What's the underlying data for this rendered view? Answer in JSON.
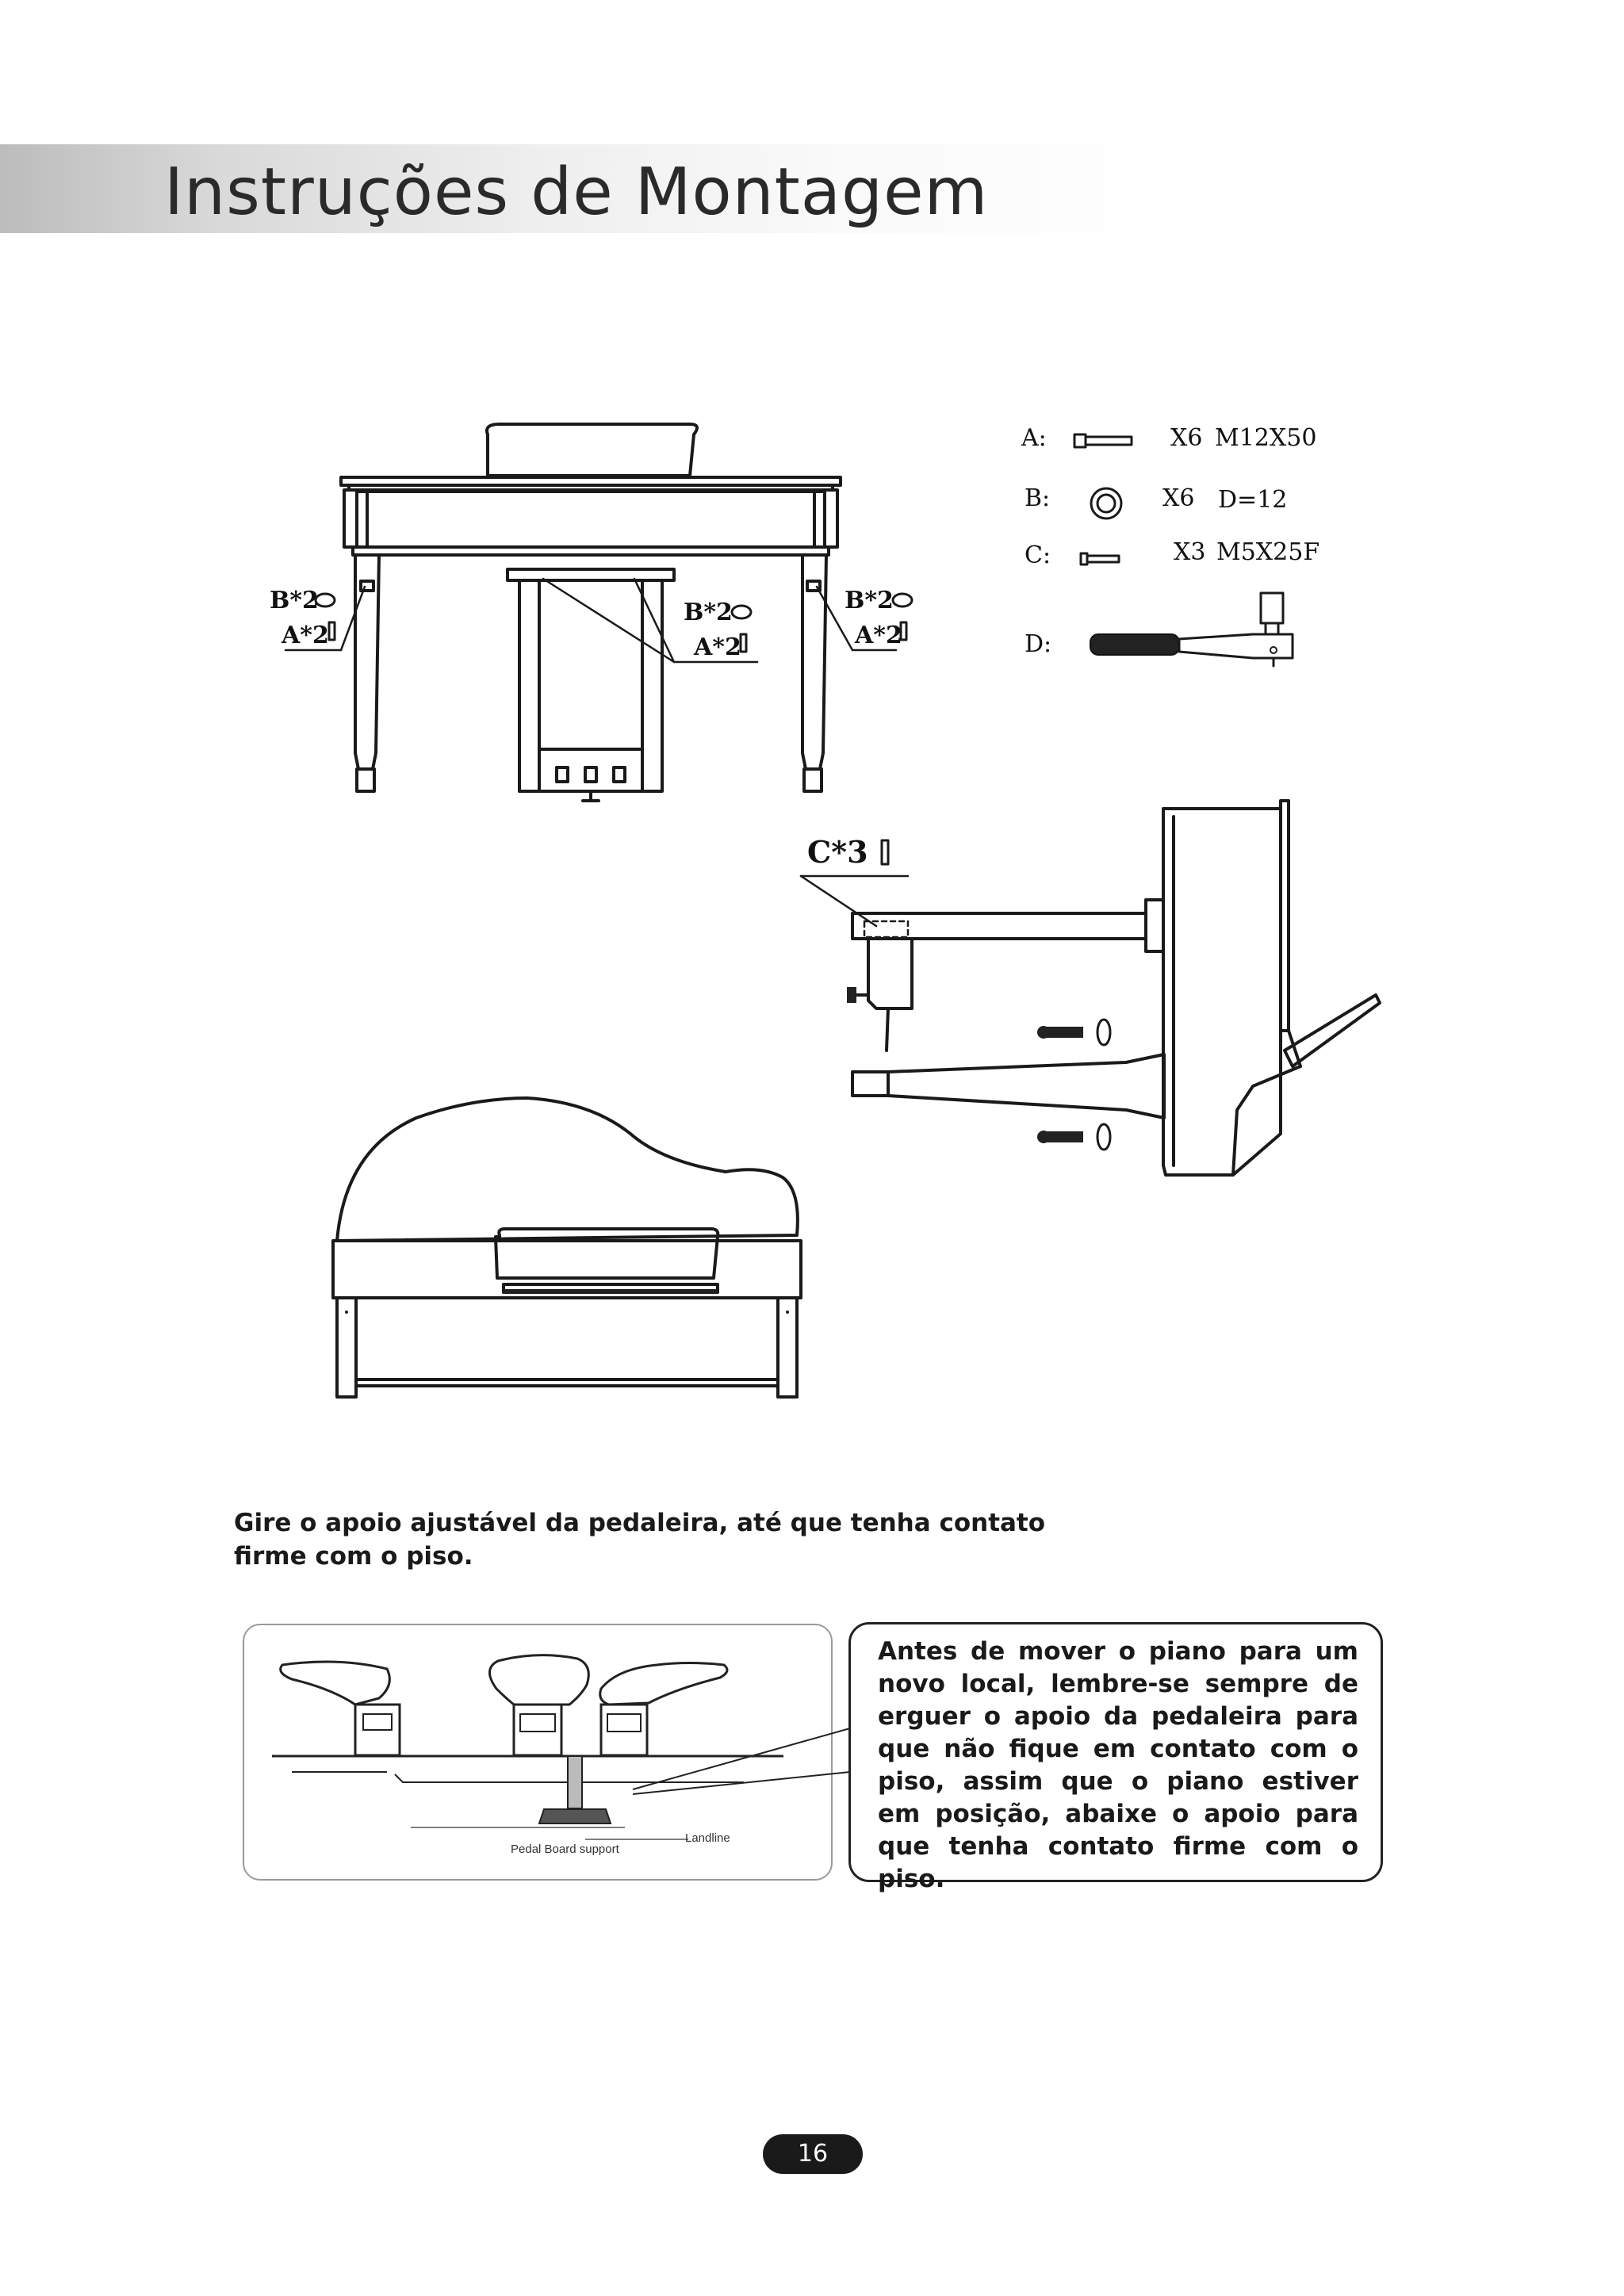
{
  "header": {
    "title": "Instruções de Montagem"
  },
  "front_view": {
    "callouts": [
      {
        "b": "B*2",
        "a": "A*2"
      },
      {
        "b": "B*2",
        "a": "A*2"
      },
      {
        "b": "B*2",
        "a": "A*2"
      }
    ]
  },
  "parts_list": [
    {
      "letter": "A:",
      "qty": "X6",
      "spec": "M12X50",
      "icon": "bolt-icon"
    },
    {
      "letter": "B:",
      "qty": "X6",
      "spec": "D=12",
      "icon": "washer-icon"
    },
    {
      "letter": "C:",
      "qty": "X3",
      "spec": "M5X25F",
      "icon": "screw-icon"
    },
    {
      "letter": "D:",
      "qty": "",
      "spec": "",
      "icon": "wrench-icon"
    }
  ],
  "side_view": {
    "callout": "C*3"
  },
  "instruction": "Gire o apoio ajustável da pedaleira, até que tenha contato firme com o piso.",
  "photo": {
    "label_support": "Pedal Board support",
    "label_land": "Landline"
  },
  "note": "Antes de mover o piano para um novo local, lembre-se sempre de erguer o apoio da pedaleira para que não fique em contato com o piso, assim que o piano estiver em posição, abaixe o apoio para que tenha contato firme com o piso.",
  "page_number": "16"
}
